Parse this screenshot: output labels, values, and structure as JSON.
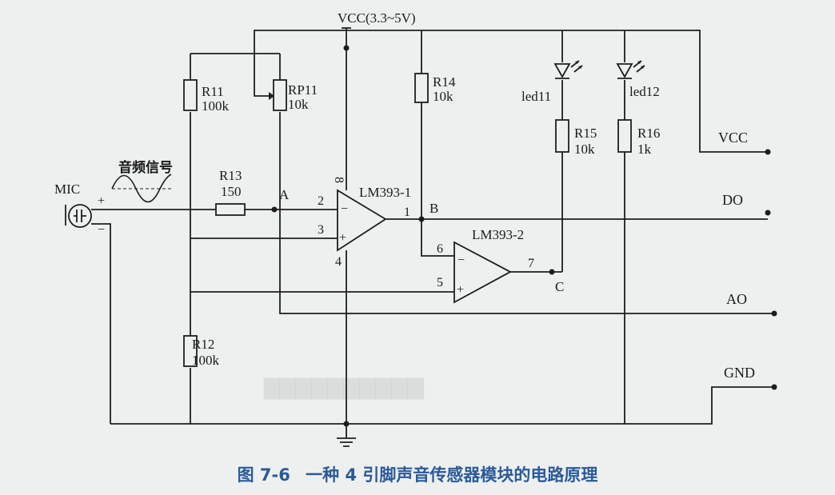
{
  "schematic": {
    "vcc_label": "VCC(3.3~5V)",
    "mic": {
      "label": "MIC",
      "plus": "+",
      "minus": "−"
    },
    "signal_label": "音频信号",
    "resistors": {
      "r11": {
        "name": "R11",
        "value": "100k"
      },
      "rp11": {
        "name": "RP11",
        "value": "10k"
      },
      "r12": {
        "name": "R12",
        "value": "100k"
      },
      "r13": {
        "name": "R13",
        "value": "150"
      },
      "r14": {
        "name": "R14",
        "value": "10k"
      },
      "r15": {
        "name": "R15",
        "value": "10k"
      },
      "r16": {
        "name": "R16",
        "value": "1k"
      }
    },
    "leds": {
      "led11": "led11",
      "led12": "led12"
    },
    "comparators": {
      "u1": {
        "name": "LM393-1",
        "pin_minus": "2",
        "pin_plus": "3",
        "pin_out": "1",
        "pin_vcc": "8",
        "pin_gnd": "4"
      },
      "u2": {
        "name": "LM393-2",
        "pin_minus": "6",
        "pin_plus": "5",
        "pin_out": "7"
      }
    },
    "nodes": {
      "a": "A",
      "b": "B",
      "c": "C"
    },
    "outputs": {
      "vcc": "VCC",
      "do": "DO",
      "ao": "AO",
      "gnd": "GND"
    }
  },
  "caption": {
    "figure": "图 7-6",
    "text": "一种 4 引脚声音传感器模块的电路原理"
  }
}
